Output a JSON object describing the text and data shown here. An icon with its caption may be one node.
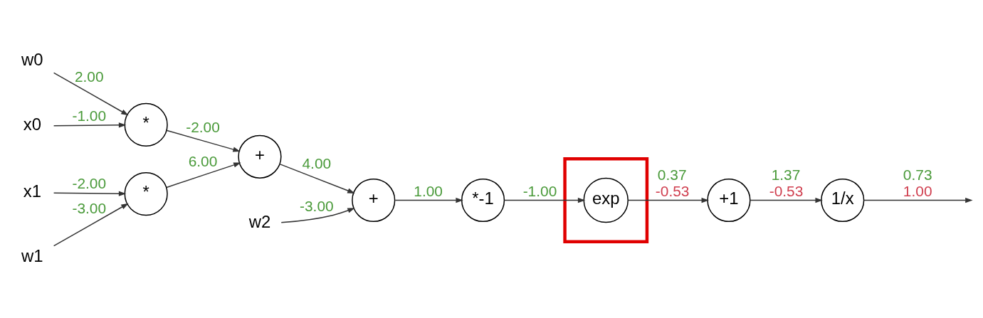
{
  "diagram": {
    "nodes": [
      {
        "text": [
          "w0"
        ]
      },
      {
        "text": [
          "x0"
        ]
      },
      {
        "text": [
          "w1"
        ]
      },
      {
        "text": [
          "x1"
        ]
      },
      {
        "text": [
          "w2"
        ]
      },
      {
        "text": [
          "*"
        ]
      },
      {
        "text": [
          "*"
        ]
      },
      {
        "text": [
          "+"
        ]
      },
      {
        "text": [
          "+"
        ]
      },
      {
        "text": [
          "*-1"
        ]
      },
      {
        "text": [],
        "shape": "box"
      },
      {
        "text": [
          "exp"
        ],
        "in": 10
      },
      {
        "text": [
          "+1"
        ]
      },
      {
        "text": [
          "1/x"
        ]
      }
    ],
    "edges": [
      {
        "from": 0,
        "to": 5,
        "arrow": "to",
        "label": "2.00"
      },
      {
        "from": 1,
        "to": 5,
        "arrow": "to",
        "label": "-1.00"
      },
      {
        "from": 2,
        "to": 6,
        "arrow": "to",
        "label": "-3.00"
      },
      {
        "from": 3,
        "to": 6,
        "arrow": "to",
        "label": "-2.00"
      },
      {
        "from": 5,
        "to": 7,
        "arrow": "to",
        "label": "-2.00"
      },
      {
        "from": 6,
        "to": 7,
        "arrow": "to",
        "label": "6.00"
      },
      {
        "from": 7,
        "to": 8,
        "arrow": "to",
        "label": "4.00"
      },
      {
        "from": 4,
        "to": 8,
        "arrow": "to",
        "label": "-3.00"
      },
      {
        "from": 8,
        "to": 9,
        "arrow": "to",
        "label": "1.00"
      },
      {
        "from": 9,
        "to": 11,
        "arrow": "to",
        "label": "-1.00"
      },
      {
        "from": 11,
        "to": 12,
        "arrow": "to",
        "label": "0.37"
      },
      {
        "from": 12,
        "to": 13,
        "arrow": "to",
        "label": "1.37"
      },
      {
        "from": 13,
        "to": null,
        "arrow": "to",
        "label": "0.73"
      }
    ],
    "labels": [
      "-0.53",
      "-0.53",
      "1.00"
    ]
  }
}
